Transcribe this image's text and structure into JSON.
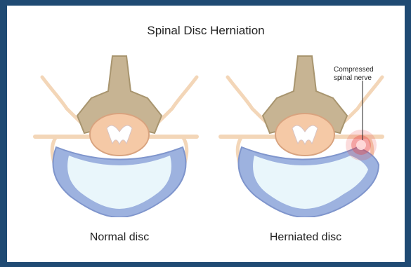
{
  "title": "Spinal Disc Herniation",
  "panels": [
    {
      "caption": "Normal disc"
    },
    {
      "caption": "Herniated disc",
      "callout_line1": "Compressed",
      "callout_line2": "spinal nerve"
    }
  ],
  "colors": {
    "border": "#1f4a73",
    "bone": "#c7b493",
    "bone_dark": "#a8956f",
    "nerve": "#f3d6b8",
    "disc_ring": "#9db2df",
    "disc_core": "#e9f6fb",
    "inflammation": "#e73b3b"
  }
}
